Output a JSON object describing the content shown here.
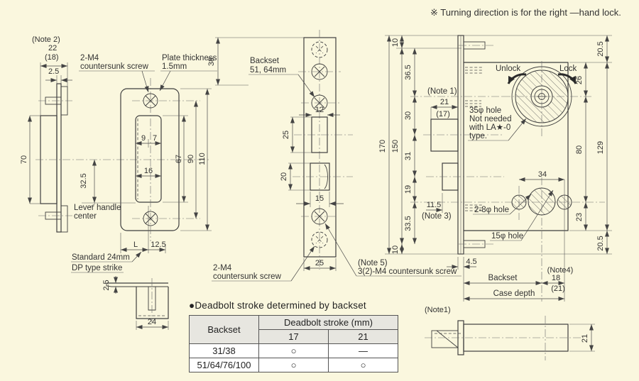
{
  "colors": {
    "bg": "#faf7de",
    "ink": "#3a3a3a",
    "table_header_bg": "#e7e6e0",
    "table_border": "#555555"
  },
  "title_note": "※ Turning direction is for the right —hand lock.",
  "strike_side": {
    "note2": "(Note 2)",
    "w22": "22",
    "w18": "(18)",
    "t25": "2.5",
    "h70": "70"
  },
  "strike_front": {
    "screw_l1": "2-M4",
    "screw_l2": "countersunk screw",
    "plate_l1": "Plate thickness",
    "plate_l2": "1.5mm",
    "d9": "9",
    "d7": "7",
    "d16": "16",
    "d67": "67",
    "d90": "90",
    "d110": "110",
    "d325": "32.5",
    "lever1": "Lever handle",
    "lever2": "center",
    "standard": "Standard 24mm",
    "dp": "DP type strike",
    "L": "L",
    "d125": "12.5"
  },
  "strike_section": {
    "t25": "2.5",
    "w24": "24"
  },
  "face_front": {
    "backset1": "Backset",
    "backset2": "51, 64mm",
    "d38": "38",
    "d12": "12",
    "d25a": "25",
    "d20": "20",
    "d15": "15",
    "d25b": "25",
    "screw_l1": "2-M4",
    "screw_l2": "countersunk screw",
    "note5": "(Note 5)",
    "screw3": "3(2)-M4 countersunk screw"
  },
  "case_view": {
    "d10t": "10",
    "d170": "170",
    "d150": "150",
    "d365": "36.5",
    "d30": "30",
    "d31": "31",
    "d19": "19",
    "d335": "33.5",
    "d10b": "10",
    "note1": "(Note 1)",
    "d21": "21",
    "d17": "(17)",
    "d115": "11.5",
    "note3": "(Note 3)",
    "unlock": "Unlock",
    "lock": "Lock",
    "hole35_1": "35φ hole",
    "hole35_2": "Not needed",
    "hole35_3": "with LA★-0",
    "hole35_4": "type.",
    "d205t": "20.5",
    "d26": "26",
    "d80": "80",
    "d129": "129",
    "d23": "23",
    "d205b": "20.5",
    "d34": "34",
    "hole8": "2-8φ hole",
    "hole15": "15φ hole",
    "d45": "4.5",
    "backset": "Backset",
    "note4": "(Note4)",
    "d18": "18",
    "d21p": "(21)",
    "case_depth": "Case depth"
  },
  "bolt_detail": {
    "note1": "(Note1)",
    "d21": "21"
  },
  "table": {
    "title": "●Deadbolt stroke determined by backset",
    "backset": "Backset",
    "stroke_mm": "Deadbolt stroke  (mm)",
    "c17": "17",
    "c21": "21",
    "rows": [
      {
        "b": "31/38",
        "s17": "○",
        "s21": "—"
      },
      {
        "b": "51/64/76/100",
        "s17": "○",
        "s21": "○"
      }
    ]
  }
}
